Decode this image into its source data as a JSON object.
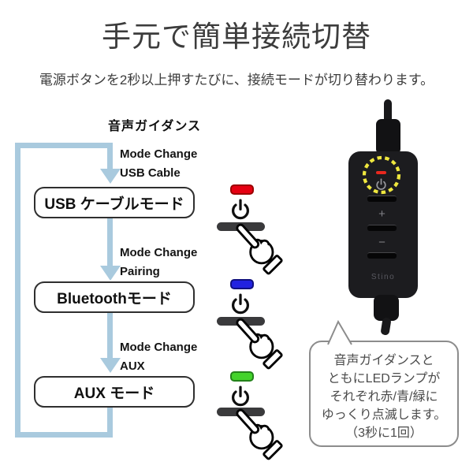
{
  "title": "手元で簡単接続切替",
  "subtitle": "電源ボタンを2秒以上押すたびに、接続モードが切り替わります。",
  "flowchart": {
    "heading": "音声ガイダンス",
    "loop_color": "#a9cade",
    "steps": [
      {
        "trigger": "Mode Change",
        "voice": "USB Cable",
        "mode": "USB ケーブルモード",
        "led_name": "red-led",
        "led_color": "#e60012"
      },
      {
        "trigger": "Mode Change",
        "voice": "Pairing",
        "mode": "Bluetoothモード",
        "led_name": "blue-led",
        "led_color": "#2222e0"
      },
      {
        "trigger": "Mode Change",
        "voice": "AUX",
        "mode": "AUX モード",
        "led_name": "green-led",
        "led_color": "#43d32b"
      }
    ]
  },
  "device": {
    "brand": "Stino",
    "volume_up": "+",
    "volume_down": "−",
    "highlight_color": "#efe73e",
    "power_led_color": "#e8281e"
  },
  "callout": {
    "text": "音声ガイダンスと\nともにLEDランプが\nそれぞれ赤/青/緑に\nゆっくり点滅します。\n（3秒に1回）"
  }
}
